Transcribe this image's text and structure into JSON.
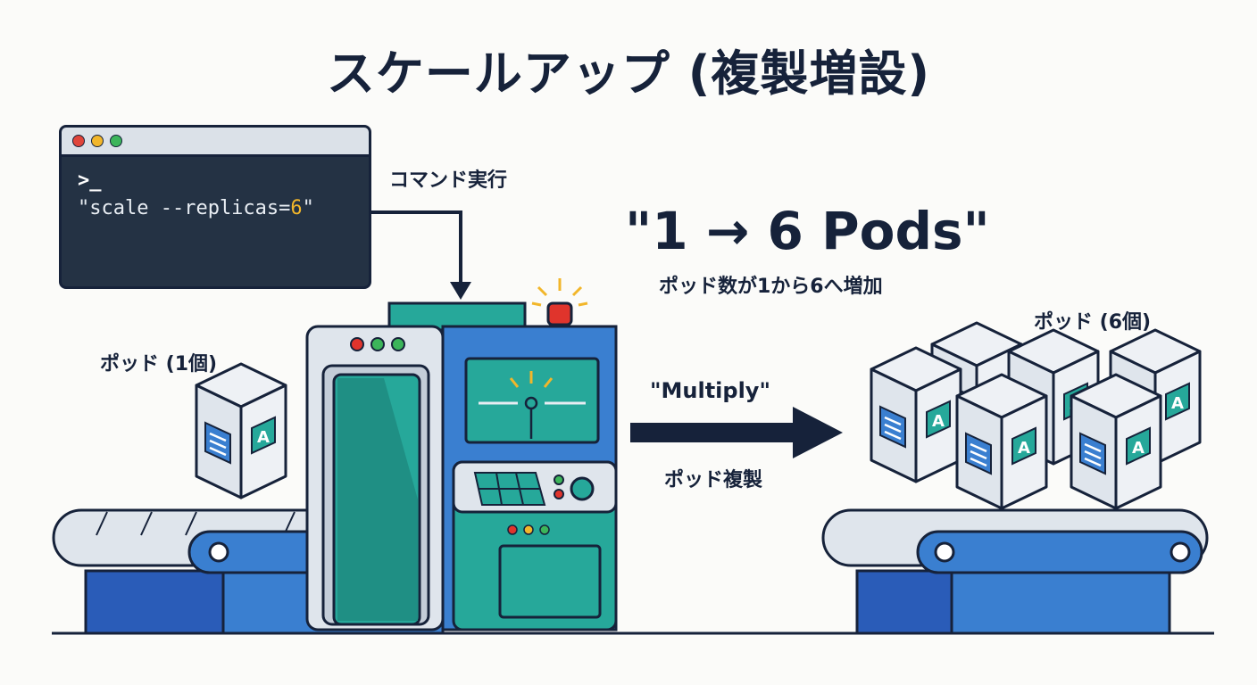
{
  "title": "スケールアップ (複製増設)",
  "terminal": {
    "prompt": ">_",
    "command_prefix": "\"scale --replicas=",
    "command_value": "6",
    "command_suffix": "\""
  },
  "labels": {
    "command_exec": "コマンド実行",
    "headline": "\"1 → 6 Pods\"",
    "headline_sub": "ポッド数が1から6へ増加",
    "pod_single": "ポッド (1個)",
    "pod_multi": "ポッド (6個)",
    "multiply": "\"Multiply\"",
    "pod_replicate": "ポッド複製"
  },
  "pod_badge": "A",
  "colors": {
    "navy": "#16223a",
    "teal": "#26a89a",
    "blue": "#3a7fd0",
    "dark_blue": "#2a5cb8",
    "light_gray": "#dfe5ec",
    "alert_red": "#e0342c",
    "alert_yellow": "#f2b62a"
  },
  "icons": [
    "terminal-window-icon",
    "arrow-right-icon",
    "pod-cube-icon",
    "alert-light-icon",
    "gauge-icon"
  ]
}
